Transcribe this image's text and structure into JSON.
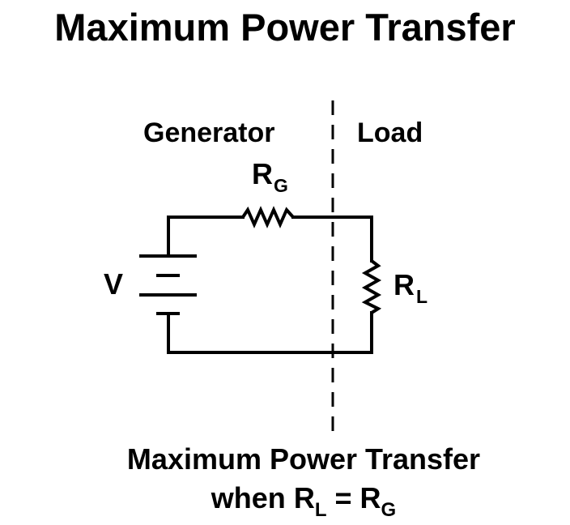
{
  "title": "Maximum Power Transfer",
  "labels": {
    "generator": "Generator",
    "load": "Load",
    "source": "V",
    "rg_main": "R",
    "rg_sub": "G",
    "rl_main": "R",
    "rl_sub": "L"
  },
  "caption": {
    "line1": "Maximum Power Transfer",
    "line2_prefix": "when ",
    "rl_main": "R",
    "rl_sub": "L",
    "equals": " = ",
    "rg_main": "R",
    "rg_sub": "G"
  },
  "colors": {
    "ink": "#000000",
    "background": "#ffffff"
  }
}
